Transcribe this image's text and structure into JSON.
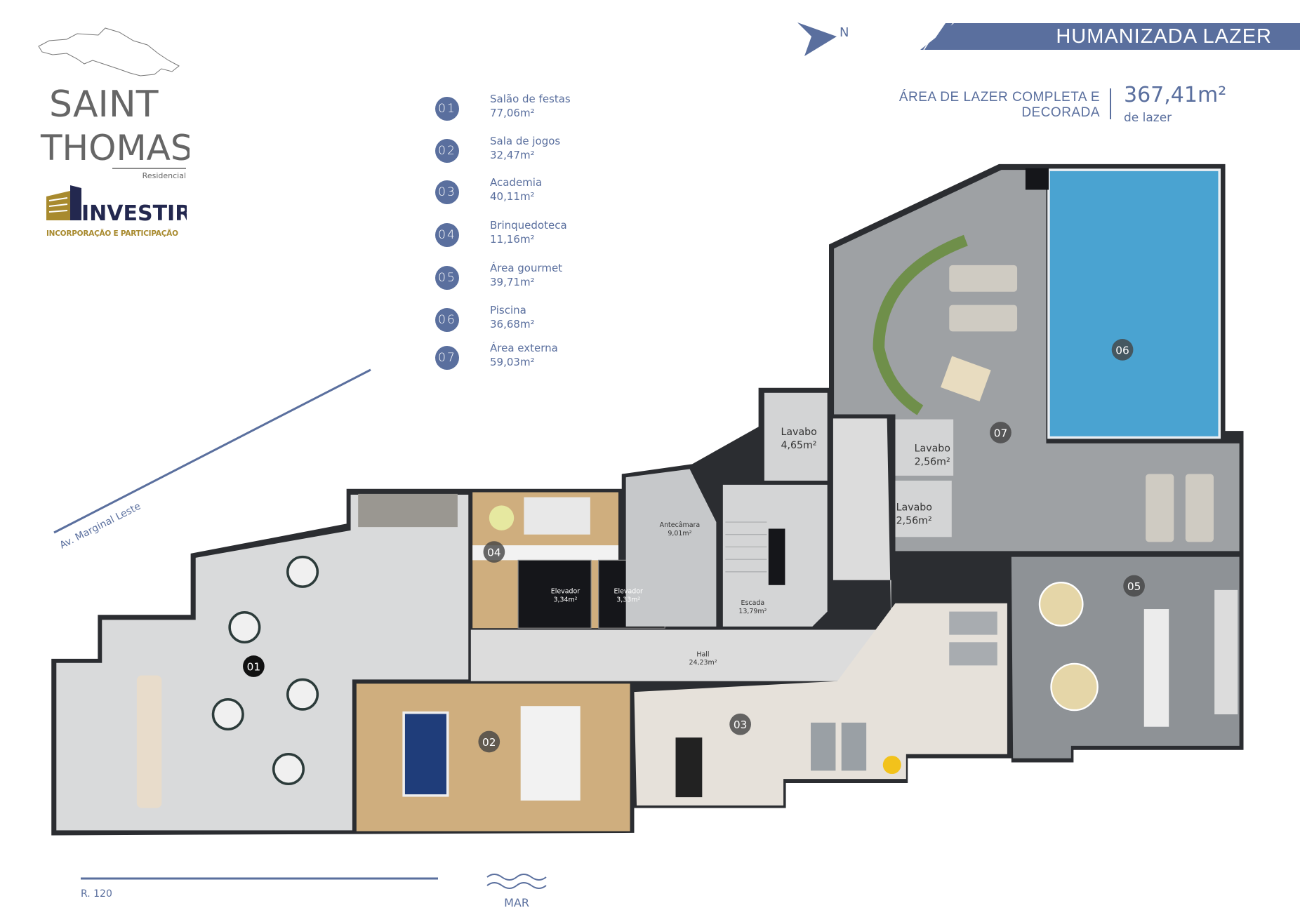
{
  "brand": {
    "name_line1": "SAINT",
    "name_line2": "THOMAS",
    "tagline": "Residencial",
    "developer": "INVESTIR",
    "developer_tagline": "INCORPORAÇÃO E PARTICIPAÇÃO"
  },
  "compass": {
    "label": "N"
  },
  "header": {
    "title": "HUMANIZADA LAZER",
    "subtitle_line1": "ÁREA DE LAZER COMPLETA E",
    "subtitle_line2": "DECORADA",
    "total_area": "367,41m²",
    "total_area_label": "de lazer"
  },
  "legend": [
    {
      "num": "01",
      "name": "Salão de festas",
      "area": "77,06m²"
    },
    {
      "num": "02",
      "name": "Sala de jogos",
      "area": "32,47m²"
    },
    {
      "num": "03",
      "name": "Academia",
      "area": "40,11m²"
    },
    {
      "num": "04",
      "name": "Brinquedoteca",
      "area": "11,16m²"
    },
    {
      "num": "05",
      "name": "Área gourmet",
      "area": "39,71m²"
    },
    {
      "num": "06",
      "name": "Piscina",
      "area": "36,68m²"
    },
    {
      "num": "07",
      "name": "Área externa",
      "area": "59,03m²"
    }
  ],
  "plan_labels": {
    "lavabo1": {
      "name": "Lavabo",
      "area": "4,65m²"
    },
    "lavabo2": {
      "name": "Lavabo",
      "area": "2,56m²"
    },
    "lavabo3": {
      "name": "Lavabo",
      "area": "2,56m²"
    },
    "antecamara": {
      "name": "Antecâmara",
      "area": "9,01m²"
    },
    "elevador1": {
      "name": "Elevador",
      "area": "3,34m²"
    },
    "elevador2": {
      "name": "Elevador",
      "area": "3,33m²"
    },
    "escada": {
      "name": "Escada",
      "area": "13,79m²"
    },
    "hall": {
      "name": "Hall",
      "area": "24,23m²"
    }
  },
  "streets": {
    "side": "Av. Marginal Leste",
    "bottom": "R. 120",
    "sea": "MAR"
  },
  "colors": {
    "accent": "#5a6f9e",
    "gold": "#a88a2e",
    "navy": "#23284f",
    "pool": "#4aa3d1",
    "wood": "#cfae7e"
  }
}
